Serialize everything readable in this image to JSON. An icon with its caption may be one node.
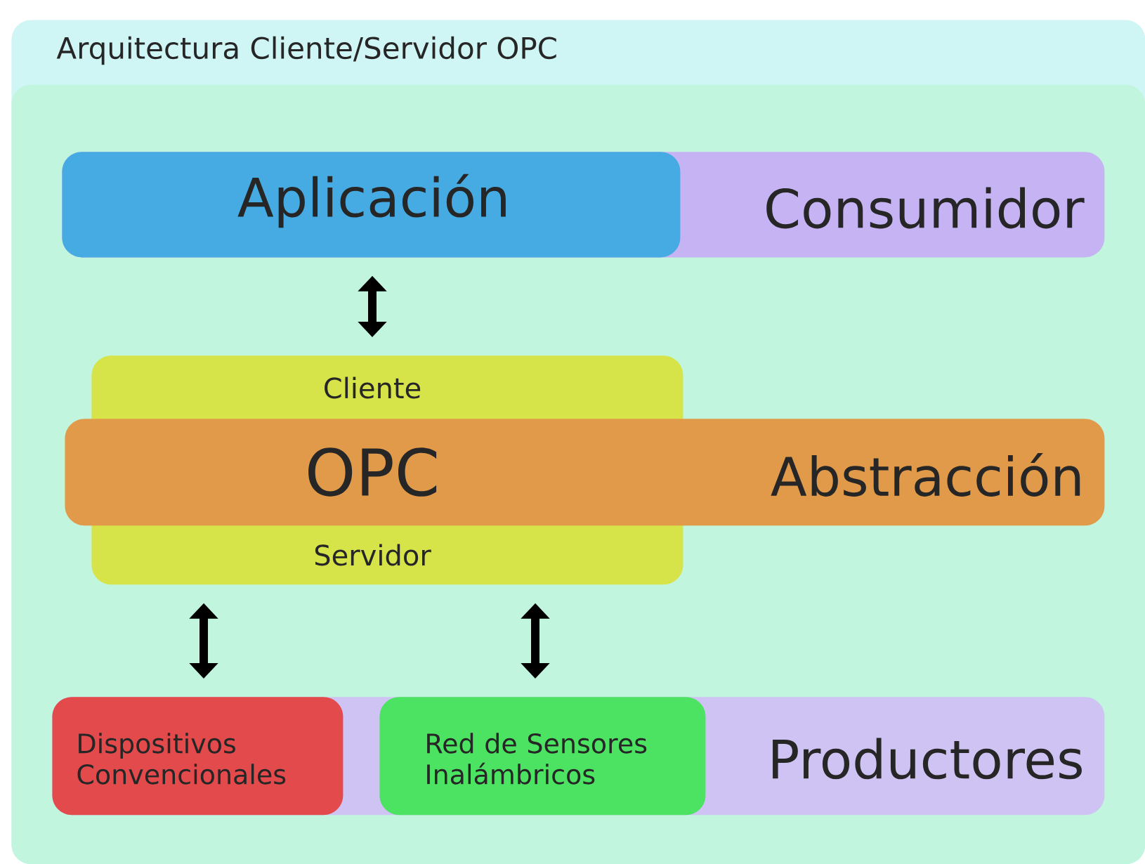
{
  "diagram": {
    "nodes": [
      {
        "text": [
          "Arquitectura Cliente/Servidor OPC"
        ]
      },
      {
        "text": [],
        "shape": "box",
        "in": 0
      },
      {
        "text": [
          "Consumidor"
        ],
        "in": 1
      },
      {
        "text": [
          "Aplicación"
        ],
        "in": 2
      },
      {
        "text": [
          "Cliente",
          "Servidor"
        ],
        "in": 1
      },
      {
        "text": [
          "OPC",
          "Abstracción"
        ],
        "in": 1
      },
      {
        "text": [
          "Productores"
        ],
        "in": 1
      },
      {
        "text": [
          "Dispositivos Convencionales"
        ],
        "in": 6
      },
      {
        "text": [
          "Red de Sensores Inalámbricos"
        ],
        "in": 6
      }
    ],
    "edges": [
      {
        "from": 3,
        "to": 4,
        "arrow": "both"
      },
      {
        "from": 4,
        "to": 7,
        "arrow": "both"
      },
      {
        "from": 4,
        "to": 8,
        "arrow": "both"
      }
    ]
  }
}
